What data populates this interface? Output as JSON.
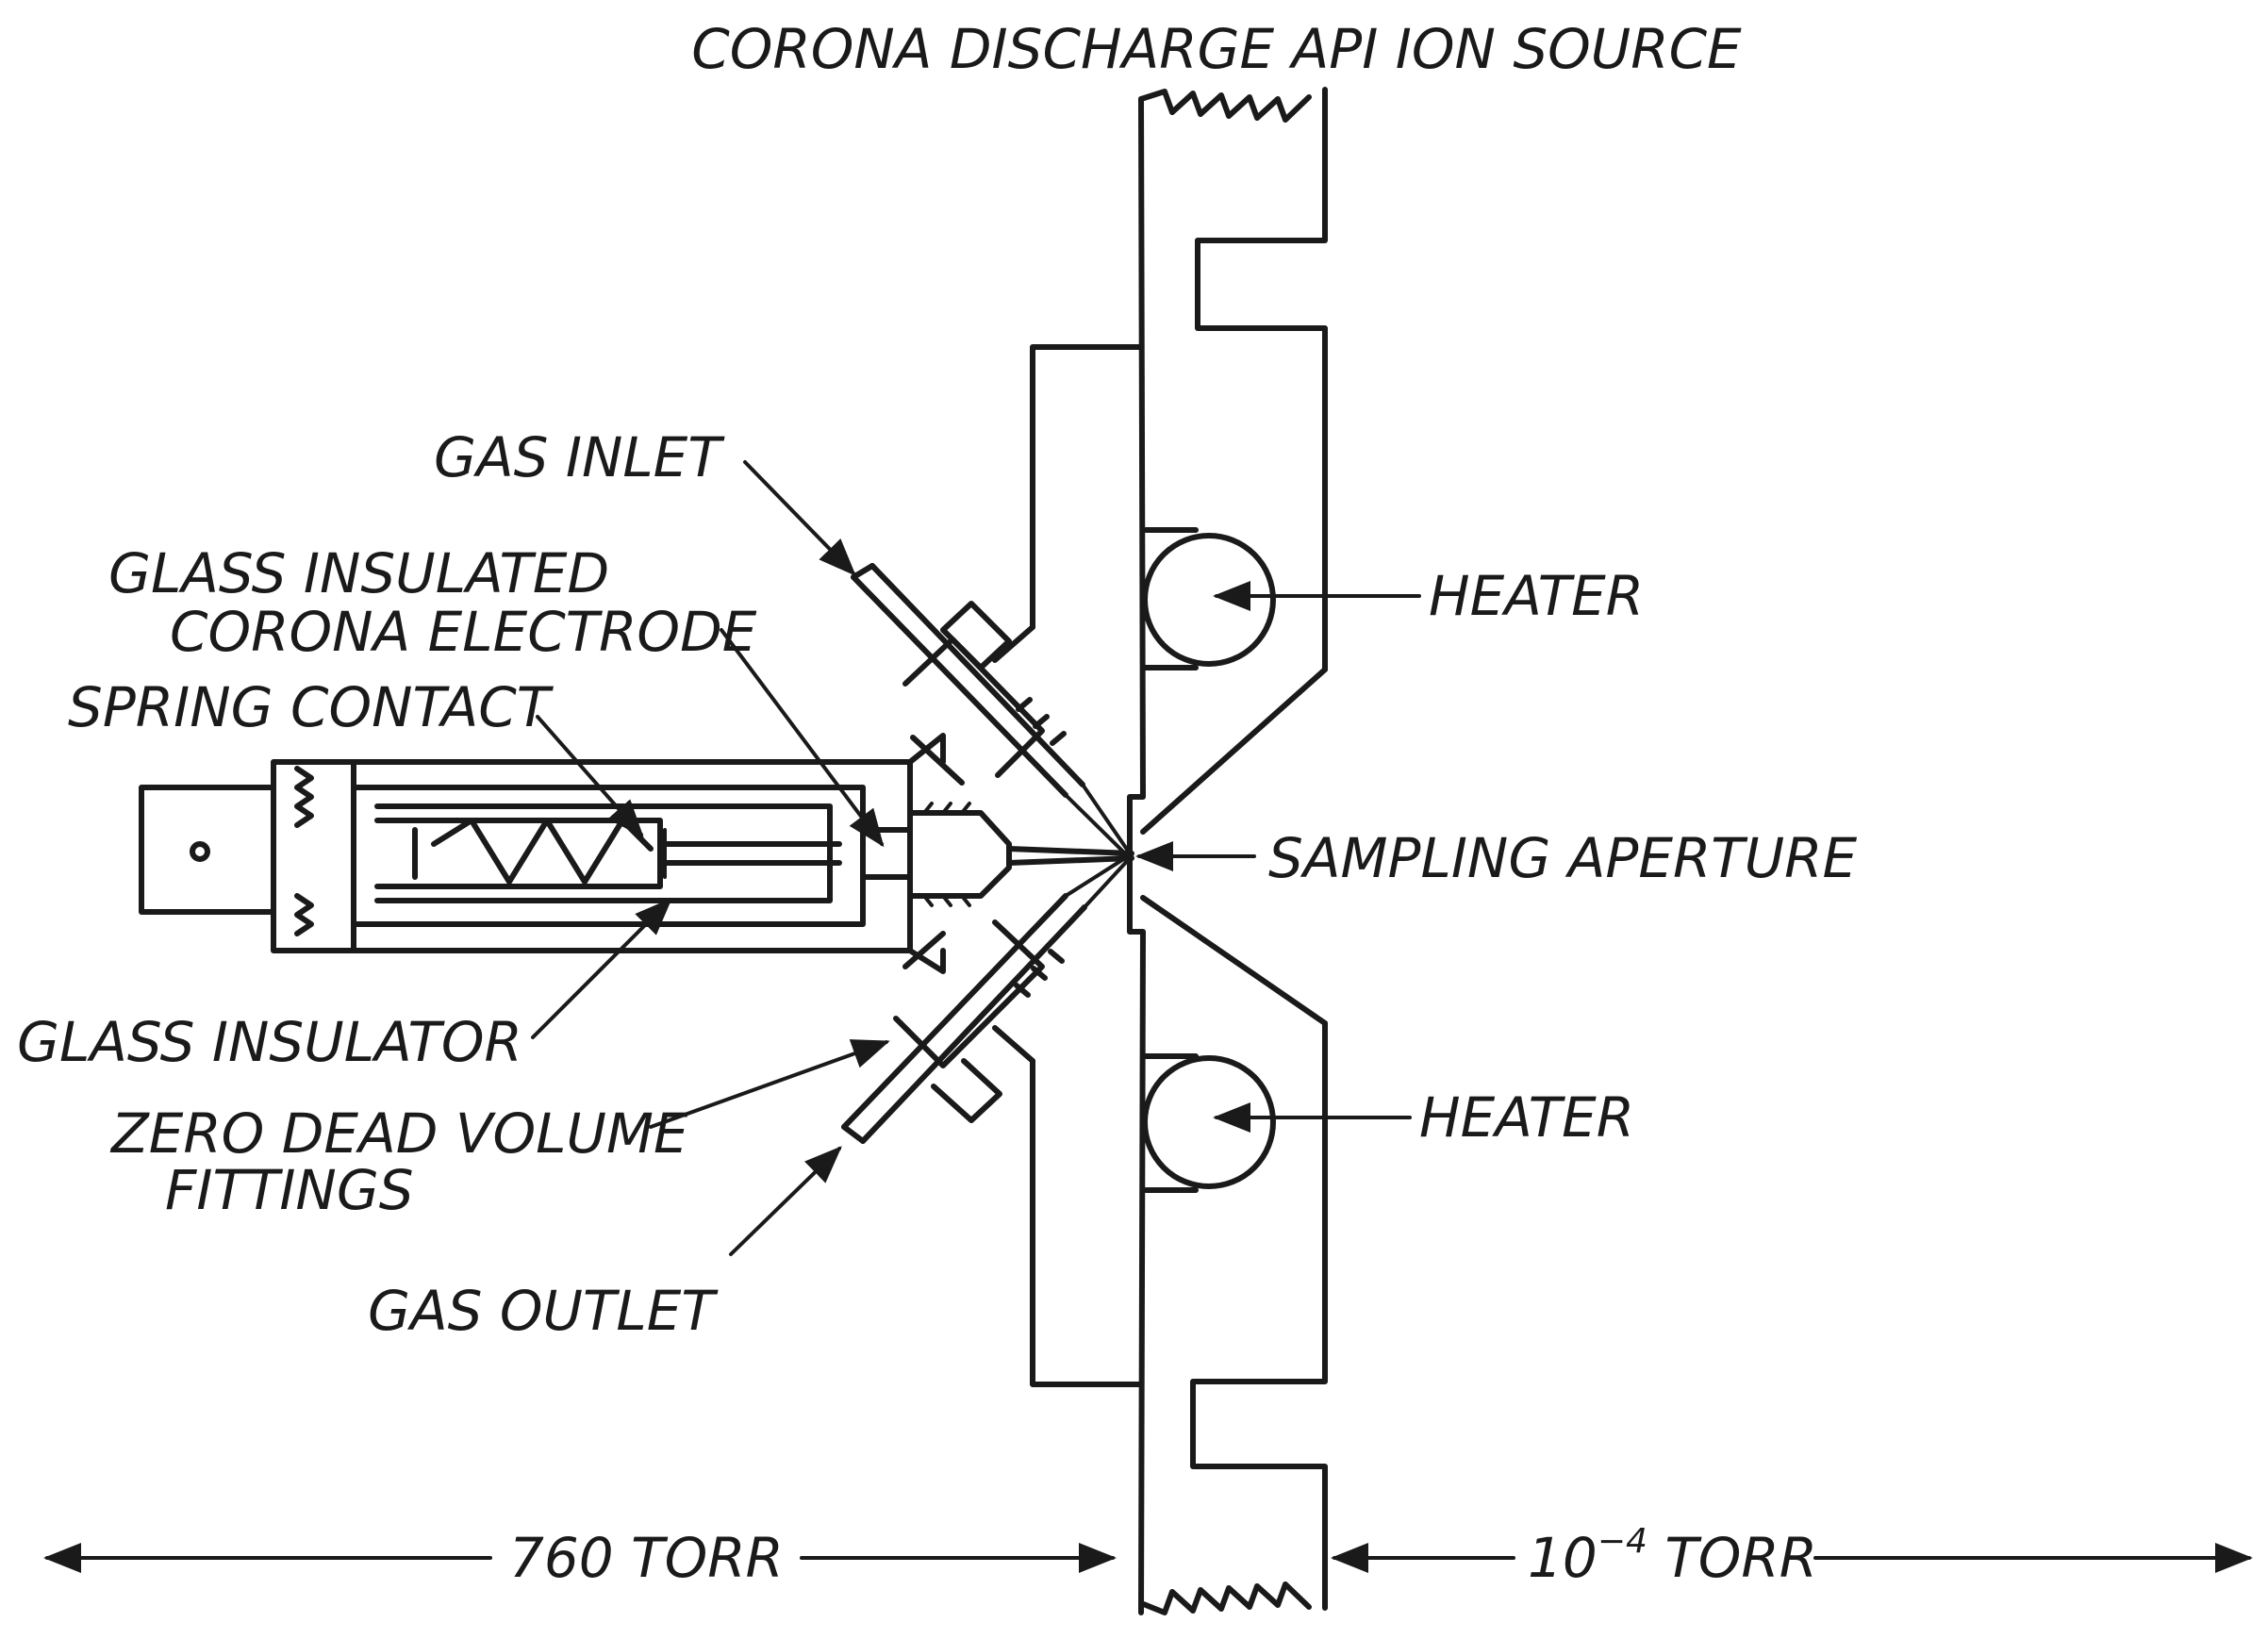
{
  "title": "CORONA DISCHARGE API ION SOURCE",
  "labels": {
    "gas_inlet": "GAS INLET",
    "electrode_line1": "GLASS INSULATED",
    "electrode_line2": "CORONA ELECTRODE",
    "spring_contact": "SPRING CONTACT",
    "glass_insulator": "GLASS INSULATOR",
    "fittings_line1": "ZERO DEAD VOLUME",
    "fittings_line2": "FITTINGS",
    "gas_outlet": "GAS OUTLET",
    "heater_top": "HEATER",
    "heater_bottom": "HEATER",
    "sampling_aperture": "SAMPLING APERTURE"
  },
  "pressure": {
    "atmospheric": "760 TORR",
    "vacuum_base": "10",
    "vacuum_exponent": "−4",
    "vacuum_unit": " TORR"
  }
}
